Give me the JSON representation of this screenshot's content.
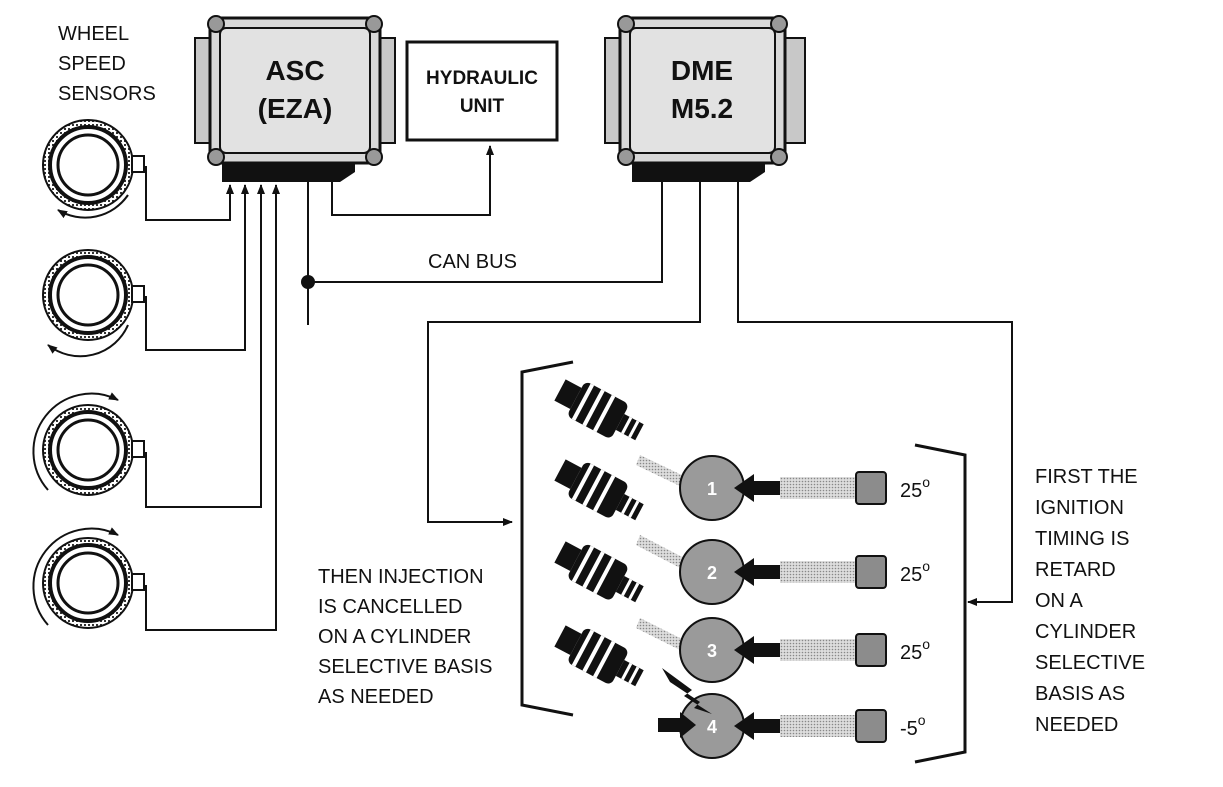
{
  "wheel_speed_sensors_label": [
    "WHEEL",
    "SPEED",
    "SENSORS"
  ],
  "asc_module": {
    "line1": "ASC",
    "line2": "(EZA)"
  },
  "hydraulic_unit": {
    "line1": "HYDRAULIC",
    "line2": "UNIT"
  },
  "dme_module": {
    "line1": "DME",
    "line2": "M5.2"
  },
  "can_bus_label": "CAN BUS",
  "injection_note": [
    "THEN INJECTION",
    "IS CANCELLED",
    "ON A CYLINDER",
    "SELECTIVE BASIS",
    "AS NEEDED"
  ],
  "ignition_note": [
    "FIRST THE",
    "IGNITION",
    "TIMING IS",
    "RETARD",
    "ON A",
    "CYLINDER",
    "SELECTIVE",
    "BASIS AS",
    "NEEDED"
  ],
  "cylinders": [
    {
      "number": "1",
      "timing": "25",
      "unit": "o"
    },
    {
      "number": "2",
      "timing": "25",
      "unit": "o"
    },
    {
      "number": "3",
      "timing": "25",
      "unit": "o"
    },
    {
      "number": "4",
      "timing": "-5",
      "unit": "o"
    }
  ],
  "colors": {
    "module_fill": "#d8d8d8",
    "cylinder_fill": "#9a9a9a",
    "coil_fill": "#8c8c8c",
    "line": "#111111"
  }
}
